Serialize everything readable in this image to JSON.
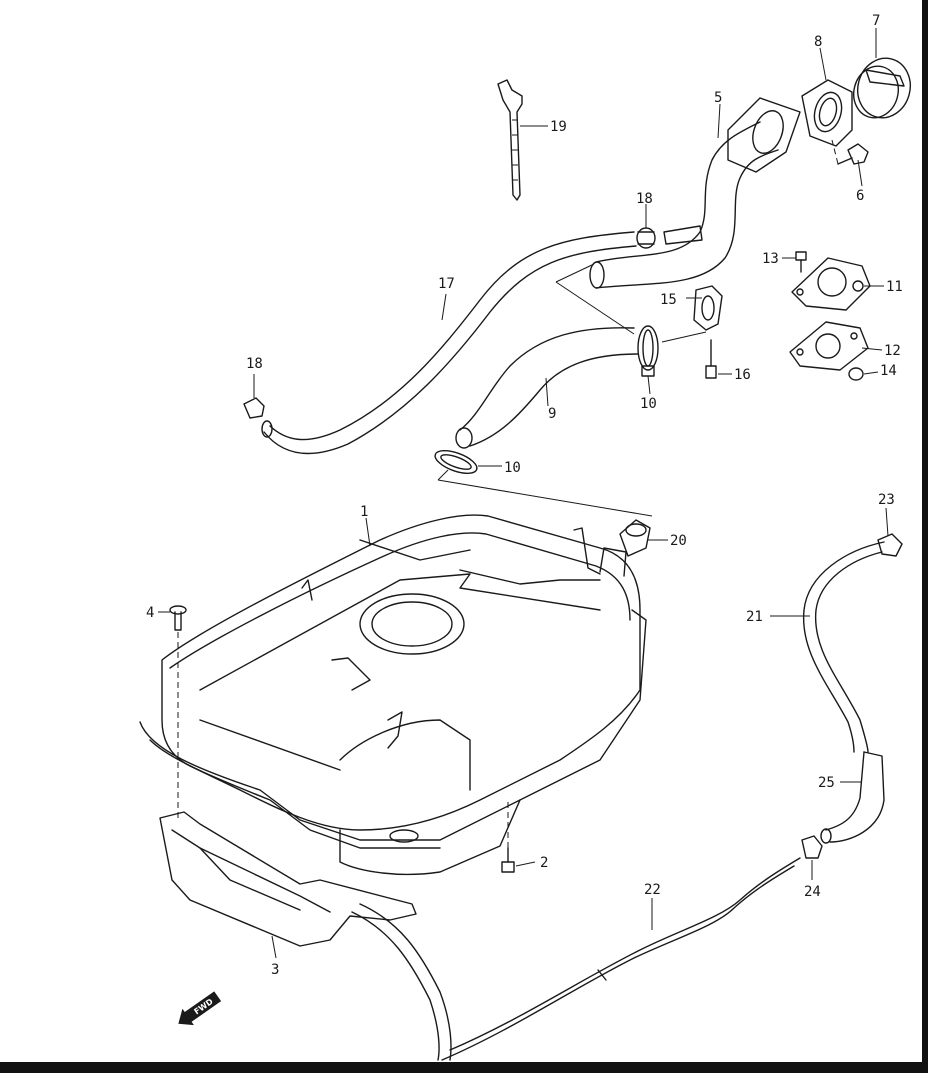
{
  "diagram": {
    "fwd_label": "FWD",
    "callouts": [
      {
        "id": "c1",
        "text": "1"
      },
      {
        "id": "c2",
        "text": "2"
      },
      {
        "id": "c3",
        "text": "3"
      },
      {
        "id": "c4",
        "text": "4"
      },
      {
        "id": "c5",
        "text": "5"
      },
      {
        "id": "c6",
        "text": "6"
      },
      {
        "id": "c7",
        "text": "7"
      },
      {
        "id": "c8",
        "text": "8"
      },
      {
        "id": "c9",
        "text": "9"
      },
      {
        "id": "c10a",
        "text": "10"
      },
      {
        "id": "c10b",
        "text": "10"
      },
      {
        "id": "c11",
        "text": "11"
      },
      {
        "id": "c12",
        "text": "12"
      },
      {
        "id": "c13",
        "text": "13"
      },
      {
        "id": "c14",
        "text": "14"
      },
      {
        "id": "c15",
        "text": "15"
      },
      {
        "id": "c16",
        "text": "16"
      },
      {
        "id": "c17",
        "text": "17"
      },
      {
        "id": "c18a",
        "text": "18"
      },
      {
        "id": "c18b",
        "text": "18"
      },
      {
        "id": "c19",
        "text": "19"
      },
      {
        "id": "c20",
        "text": "20"
      },
      {
        "id": "c21",
        "text": "21"
      },
      {
        "id": "c22",
        "text": "22"
      },
      {
        "id": "c23",
        "text": "23"
      },
      {
        "id": "c24",
        "text": "24"
      },
      {
        "id": "c25",
        "text": "25"
      }
    ]
  }
}
